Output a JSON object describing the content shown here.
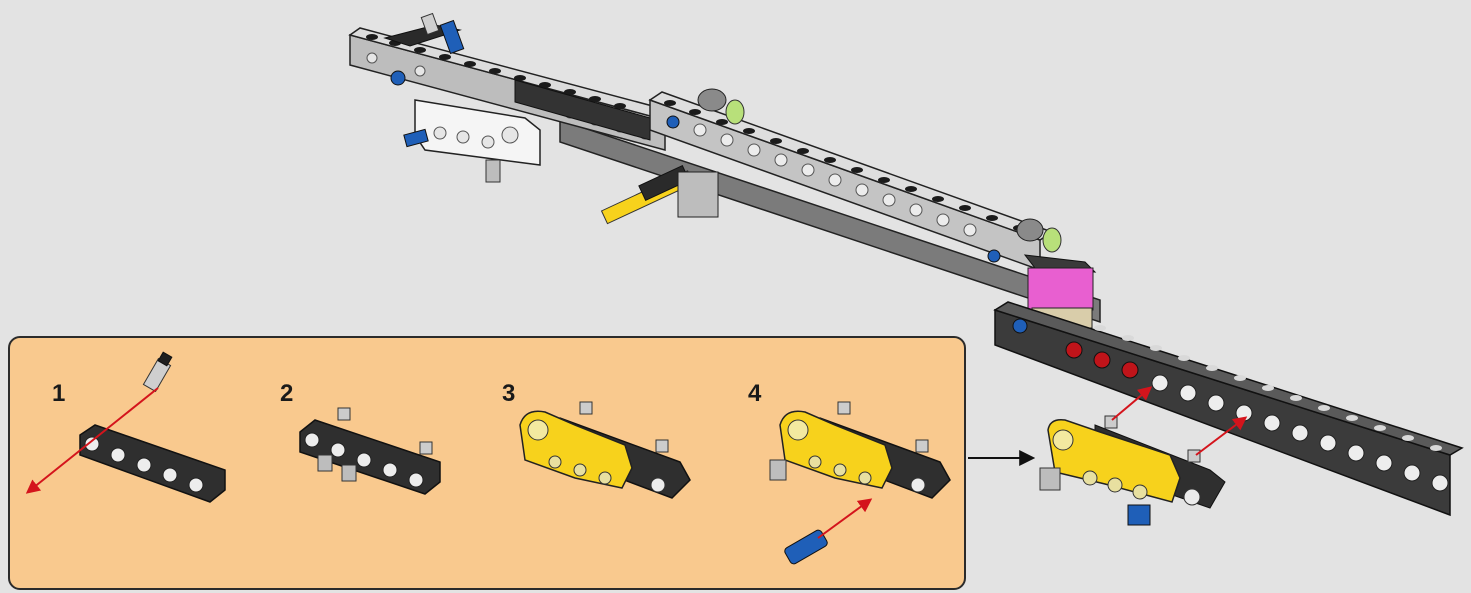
{
  "sub_assembly": {
    "steps": [
      {
        "number": "1"
      },
      {
        "number": "2"
      },
      {
        "number": "3"
      },
      {
        "number": "4"
      }
    ]
  },
  "colors": {
    "background": "#e3e3e3",
    "panel": "#f9c98e",
    "beam_light_gray": "#c7c7c7",
    "beam_dark_gray": "#3a3a3a",
    "yellow": "#f7d21c",
    "blue_pin": "#1f5fb8",
    "red_pin": "#c0141a",
    "magenta": "#e85fd0",
    "lime": "#b8e07a",
    "arrow_red": "#d4141c"
  },
  "icons": [
    "arrow-right-icon",
    "insert-arrow-icon"
  ]
}
